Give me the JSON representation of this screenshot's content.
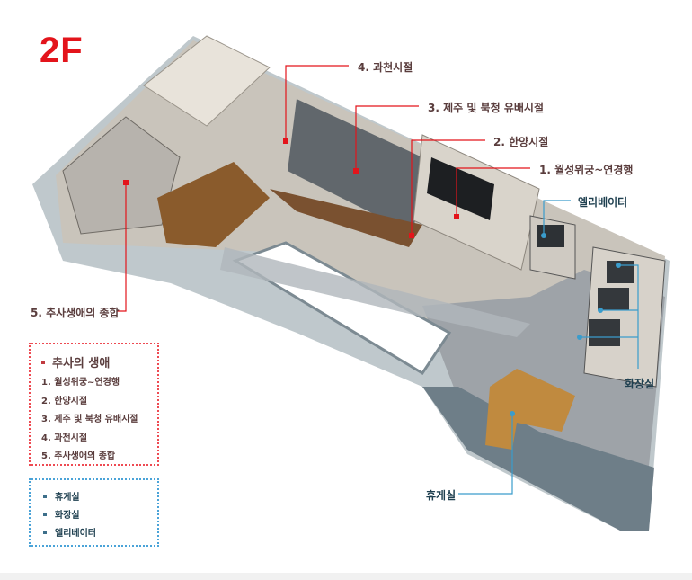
{
  "floor_label": "2F",
  "callouts": {
    "hall1": "1. 월성위궁~연경행",
    "hall2": "2. 한양시절",
    "hall3": "3. 제주 및 북청 유배시절",
    "hall4": "4. 과천시절",
    "hall5": "5. 추사생애의 종합",
    "elevator": "엘리베이터",
    "restroom": "화장실",
    "lounge": "휴게실"
  },
  "legend_exhibit": {
    "title": "추사의 생애",
    "items": [
      "1. 월성위궁~연경행",
      "2. 한양시절",
      "3. 제주 및 북청 유배시절",
      "4. 과천시절",
      "5. 추사생애의 종합"
    ]
  },
  "legend_facilities": {
    "items": [
      "휴게실",
      "화장실",
      "엘리베이터"
    ]
  },
  "colors": {
    "exhibit_line": "#e3141b",
    "facility_line": "#3a9ccc",
    "floor_label": "#e3141b"
  }
}
